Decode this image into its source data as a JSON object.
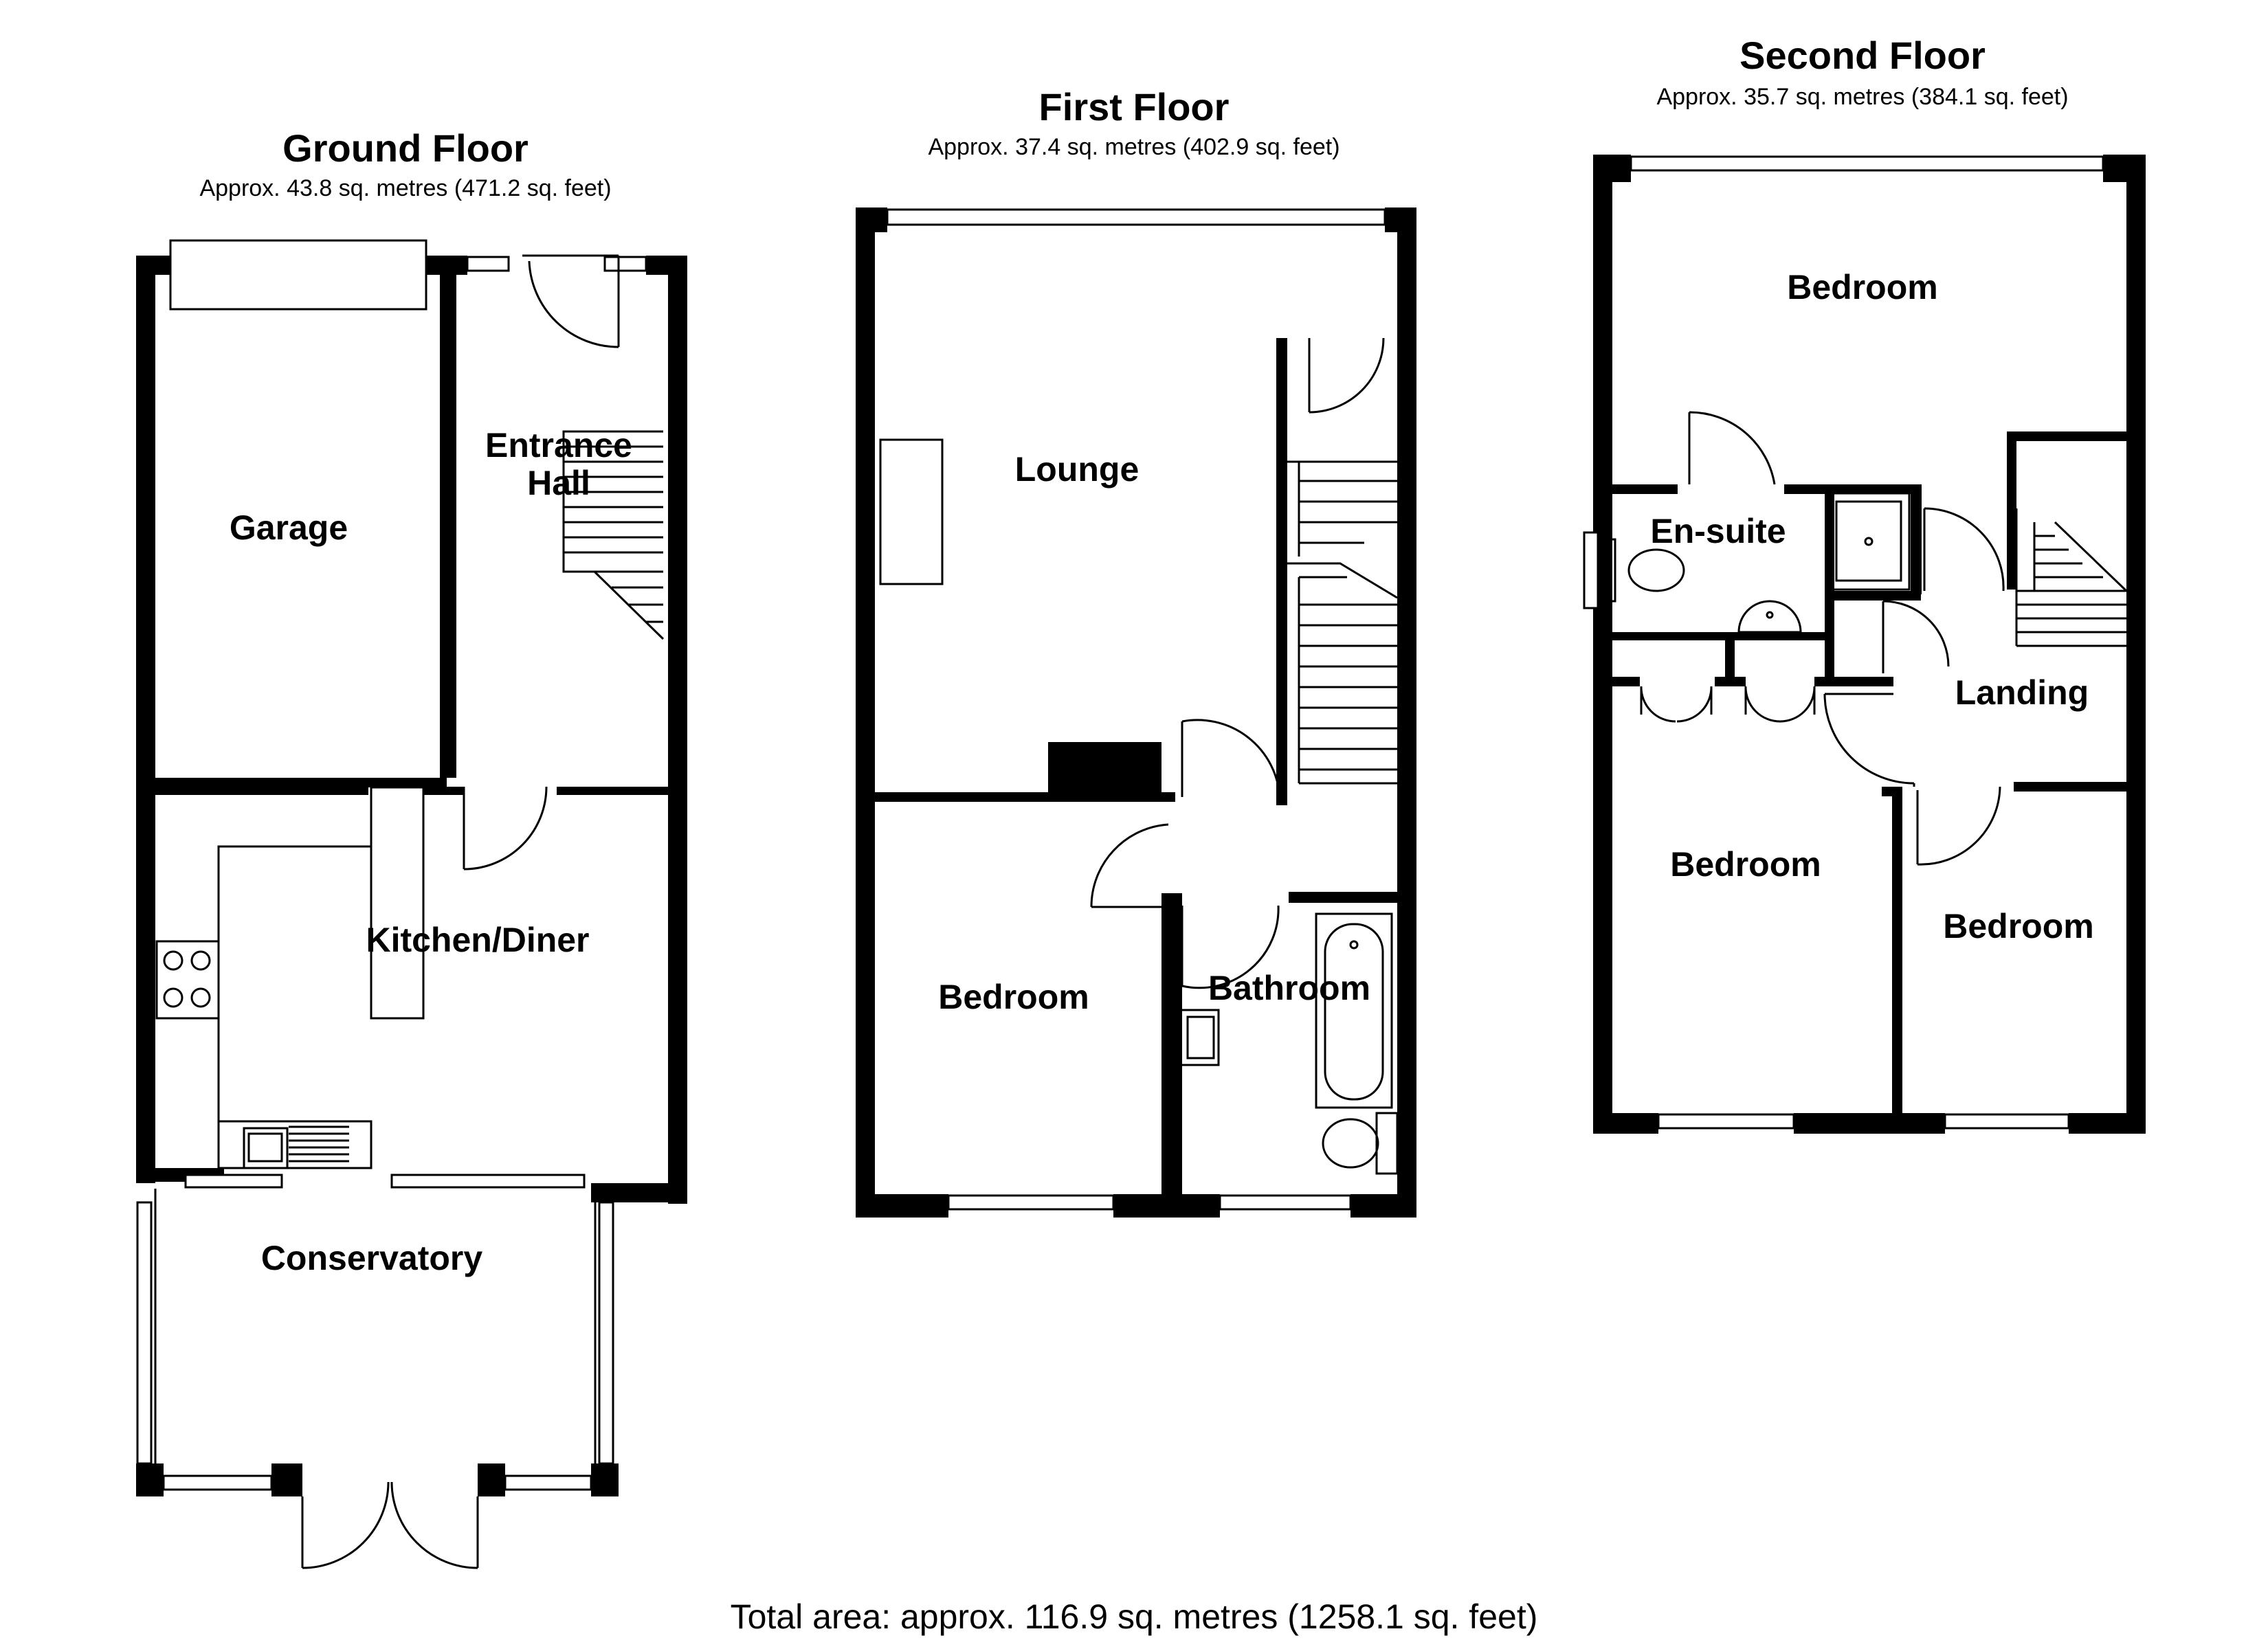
{
  "floors": {
    "ground": {
      "title": "Ground Floor",
      "area": "Approx. 43.8 sq. metres (471.2 sq. feet)",
      "rooms": {
        "garage": "Garage",
        "entrance_hall_1": "Entrance",
        "entrance_hall_2": "Hall",
        "kitchen_diner": "Kitchen/Diner",
        "conservatory": "Conservatory"
      }
    },
    "first": {
      "title": "First Floor",
      "area": "Approx. 37.4 sq. metres (402.9 sq. feet)",
      "rooms": {
        "lounge": "Lounge",
        "bedroom": "Bedroom",
        "bathroom": "Bathroom"
      }
    },
    "second": {
      "title": "Second Floor",
      "area": "Approx. 35.7 sq. metres (384.1 sq. feet)",
      "rooms": {
        "bedroom_top": "Bedroom",
        "en_suite": "En-suite",
        "landing": "Landing",
        "bedroom_left": "Bedroom",
        "bedroom_right": "Bedroom"
      }
    }
  },
  "total_area": "Total area: approx. 116.9 sq. metres (1258.1 sq. feet)"
}
